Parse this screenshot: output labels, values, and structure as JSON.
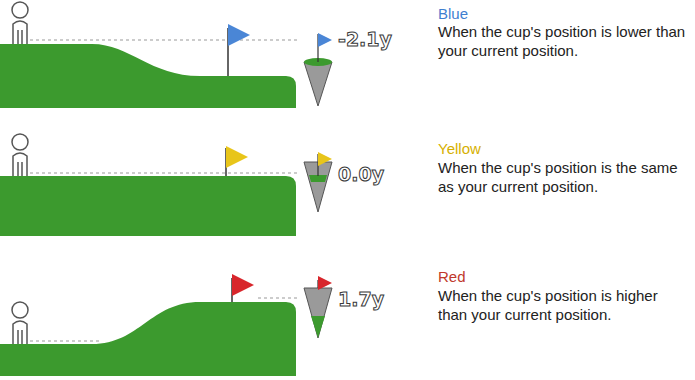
{
  "diagram": {
    "labels": [
      "-2.1y",
      "Blue",
      "When the cup's position is lower than your current position.",
      "0.0y",
      "Yellow",
      "When the cup's position is the same as your current position.",
      "1.7y",
      "Red",
      "When the cup's position is higher than your current position."
    ]
  }
}
